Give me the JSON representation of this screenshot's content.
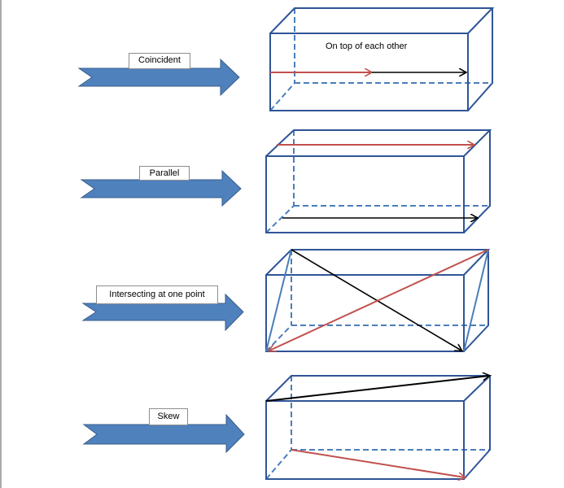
{
  "colors": {
    "arrow_fill": "#4f81bd",
    "arrow_stroke": "#385d8a",
    "box_stroke": "#2f5597",
    "box_dash": "#4a7ebb",
    "red_line": "#c0504d",
    "black_line": "#000000"
  },
  "rows": [
    {
      "label": "Coincident",
      "note": "On top of each other"
    },
    {
      "label": "Parallel"
    },
    {
      "label": "Intersecting at one point"
    },
    {
      "label": "Skew"
    }
  ]
}
